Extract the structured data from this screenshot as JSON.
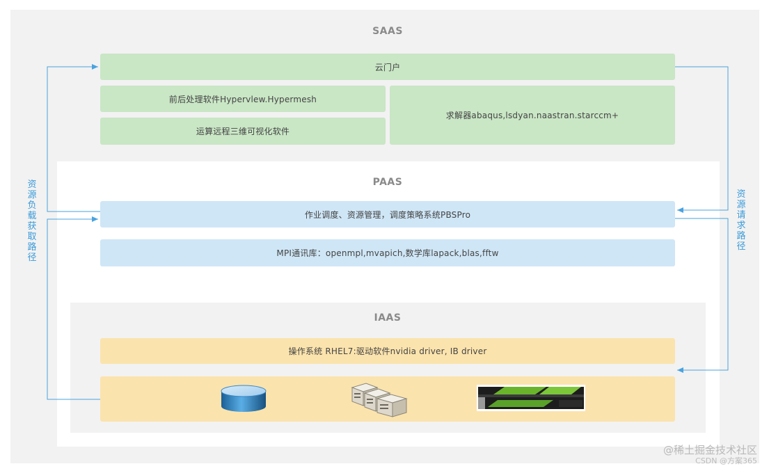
{
  "saas": {
    "title": "SAAS",
    "portal": "云门户",
    "pre_post": "前后处理软件Hypervlew.Hypermesh",
    "remote_viz": "运算远程三维可视化软件",
    "solver": "求解器abaqus,lsdyan.naastran.starccm+"
  },
  "paas": {
    "title": "PAAS",
    "scheduler": "作业调度、资源管理，调度策略系统PBSPro",
    "mpi": "MPI通讯库：openmpl,mvapich,数学库lapack,blas,fftw"
  },
  "iaas": {
    "title": "IAAS",
    "os": "操作系统 RHEL7:驱动软件nvidia driver, IB driver",
    "hardware_icons": [
      "storage-disk-icon",
      "server-cluster-icon",
      "gpu-card-icon"
    ]
  },
  "side_labels": {
    "left": "资源负载获取路径",
    "right": "资源请求路径"
  },
  "arrow_color": "#4aa3df",
  "watermark": {
    "line1": "@稀土掘金技术社区",
    "line2": "CSDN @方案365"
  }
}
